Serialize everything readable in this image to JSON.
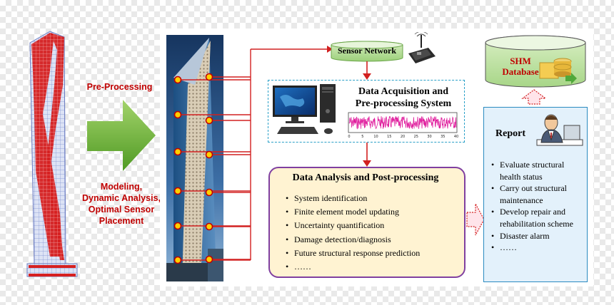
{
  "left": {
    "pre_processing": "Pre-Processing",
    "modeling_lines": [
      "Modeling,",
      "Dynamic Analysis,",
      "Optimal Sensor",
      "Placement"
    ]
  },
  "sensor_network": {
    "label": "Sensor Network"
  },
  "acquisition": {
    "title_lines": [
      "Data Acquisition and",
      "Pre-processing System"
    ]
  },
  "waveform": {
    "x_ticks": [
      "0",
      "5",
      "10",
      "15",
      "20",
      "25",
      "30",
      "35",
      "40"
    ]
  },
  "analysis": {
    "title": "Data Analysis and Post-processing",
    "items": [
      "System identification",
      "Finite element model updating",
      "Uncertainty quantification",
      "Damage detection/diagnosis",
      "Future structural response prediction",
      "……"
    ]
  },
  "database": {
    "lines": [
      "SHM",
      "Database"
    ]
  },
  "report": {
    "title": "Report",
    "items": [
      "Evaluate structural health status",
      "Carry out structural maintenance",
      "Develop repair and rehabilitation scheme",
      "Disaster alarm",
      "……"
    ]
  },
  "colors": {
    "accent_red": "#c00000",
    "arrow_green": "#5aa329",
    "connector_red": "#d22020",
    "sensor_yellow": "#ffd000"
  }
}
